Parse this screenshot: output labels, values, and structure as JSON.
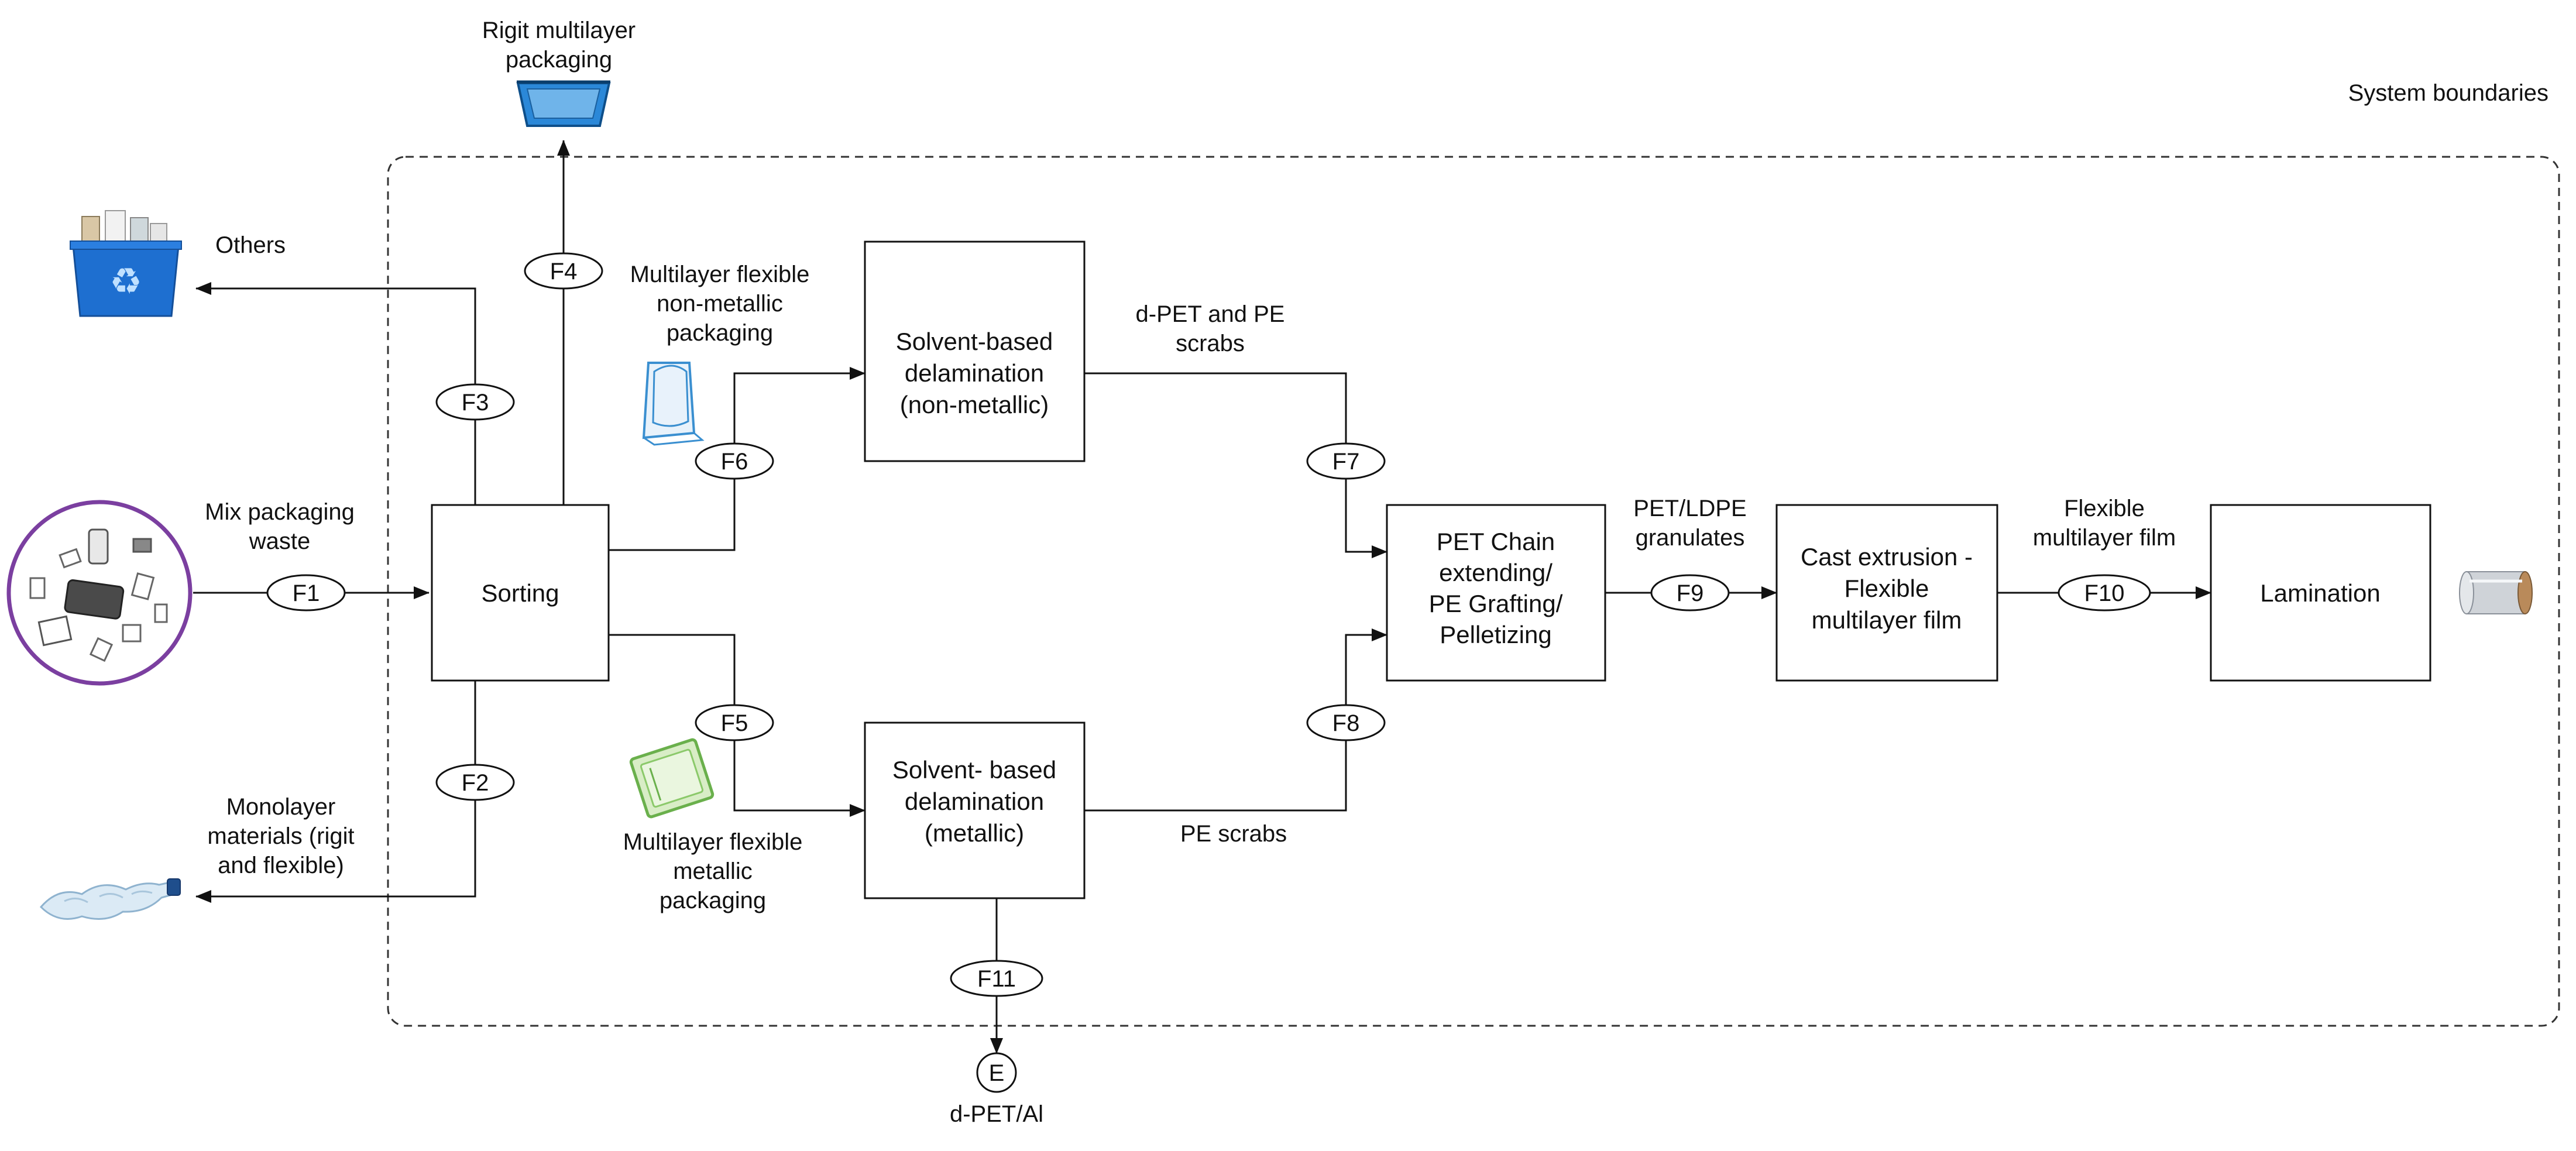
{
  "system_boundary_label": "System boundaries",
  "nodes": {
    "sorting": [
      "Sorting"
    ],
    "delam_nonmetal": [
      "Solvent-based",
      "delamination",
      "(non-metallic)"
    ],
    "delam_metal": [
      "Solvent- based",
      "delamination",
      "(metallic)"
    ],
    "pet_chain": [
      "PET Chain",
      "extending/",
      "PE Grafting/",
      "Pelletizing"
    ],
    "cast_extrusion": [
      "Cast extrusion -",
      "Flexible",
      "multilayer film"
    ],
    "lamination": [
      "Lamination"
    ]
  },
  "flows": [
    "F1",
    "F2",
    "F3",
    "F4",
    "F5",
    "F6",
    "F7",
    "F8",
    "F9",
    "F10",
    "F11"
  ],
  "end_node": "E",
  "labels": {
    "mix_waste": [
      "Mix packaging",
      "waste"
    ],
    "others": [
      "Others"
    ],
    "rigid_multilayer": [
      "Rigit multilayer",
      "packaging"
    ],
    "flex_nonmetal": [
      "Multilayer flexible",
      "non-metallic",
      "packaging"
    ],
    "flex_metal": [
      "Multilayer flexible",
      "metallic",
      "packaging"
    ],
    "monolayer": [
      "Monolayer",
      "materials (rigit",
      "and flexible)"
    ],
    "dpet_pe_scrabs": [
      "d-PET and PE",
      "scrabs"
    ],
    "pe_scrabs": [
      "PE scrabs"
    ],
    "pet_ldpe": [
      "PET/LDPE",
      "granulates"
    ],
    "flexible_film": [
      "Flexible",
      "multilayer film"
    ],
    "dpet_al": [
      "d-PET/Al"
    ]
  },
  "icons": {
    "mixed_waste": "mixed-waste-circle-icon",
    "recycle_bin": "recycle-bin-icon",
    "rigid_tray": "rigid-tray-icon",
    "flex_pouch": "flexible-pouch-icon",
    "metal_pouch": "metallic-pouch-icon",
    "bottle": "crushed-bottle-icon",
    "film_roll": "film-roll-icon"
  },
  "colors": {
    "mixed_circle": "#7b3fa0",
    "bin_blue": "#1e6fd0",
    "tray_blue": "#2b88d8",
    "pouch_blue": "#3a8fd0",
    "pouch_green": "#6ab04c"
  }
}
